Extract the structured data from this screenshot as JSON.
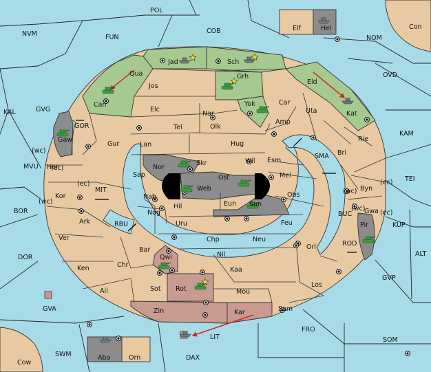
{
  "board": {
    "colors": {
      "sea": "#a8dbe8",
      "land": "#e8c9a1",
      "green_power": "#a6c990",
      "gray_power": "#8c8c8c",
      "red_power": "#c99a92",
      "black_power": "#000000",
      "arrow": "#d0281e",
      "unit": "#3d9a3d"
    },
    "regions": [
      {
        "id": "pol",
        "label": "POL"
      },
      {
        "id": "nvm",
        "label": "NVM"
      },
      {
        "id": "fun",
        "label": "FUN"
      },
      {
        "id": "cob",
        "label": "COB"
      },
      {
        "id": "nom",
        "label": "NOM"
      },
      {
        "id": "con",
        "label": "Con"
      },
      {
        "id": "elf",
        "label": "Elf"
      },
      {
        "id": "hel",
        "label": "Hel"
      },
      {
        "id": "ovd",
        "label": "OVD"
      },
      {
        "id": "kal",
        "label": "KAL"
      },
      {
        "id": "gvg",
        "label": "GVG"
      },
      {
        "id": "kam",
        "label": "KAM"
      },
      {
        "id": "tei",
        "label": "TEI"
      },
      {
        "id": "mvu",
        "label": "MVU"
      },
      {
        "id": "bor",
        "label": "BOR"
      },
      {
        "id": "kup",
        "label": "KUP"
      },
      {
        "id": "alt",
        "label": "ALT"
      },
      {
        "id": "dor",
        "label": "DOR"
      },
      {
        "id": "gvp",
        "label": "GVP"
      },
      {
        "id": "gva",
        "label": "GVA"
      },
      {
        "id": "fro",
        "label": "FRO"
      },
      {
        "id": "som",
        "label": "SOM"
      },
      {
        "id": "lit",
        "label": "LIT"
      },
      {
        "id": "swm",
        "label": "SWM"
      },
      {
        "id": "dax",
        "label": "DAX"
      },
      {
        "id": "cow",
        "label": "Cow"
      },
      {
        "id": "aba",
        "label": "Aba"
      },
      {
        "id": "orn",
        "label": "Orn"
      },
      {
        "id": "jad",
        "label": "Jad"
      },
      {
        "id": "sch",
        "label": "Sch"
      },
      {
        "id": "qua",
        "label": "Qua"
      },
      {
        "id": "can",
        "label": "Can"
      },
      {
        "id": "grh",
        "label": "Grh"
      },
      {
        "id": "eld",
        "label": "Eld"
      },
      {
        "id": "jos",
        "label": "Jos"
      },
      {
        "id": "kat",
        "label": "Kat"
      },
      {
        "id": "yok",
        "label": "Yok"
      },
      {
        "id": "car",
        "label": "Car"
      },
      {
        "id": "uta",
        "label": "Uta"
      },
      {
        "id": "elc",
        "label": "Elc"
      },
      {
        "id": "nar",
        "label": "Nar"
      },
      {
        "id": "amp",
        "label": "Amp"
      },
      {
        "id": "tel",
        "label": "Tel"
      },
      {
        "id": "olk",
        "label": "Olk"
      },
      {
        "id": "gor",
        "label": "GOR"
      },
      {
        "id": "gaw",
        "label": "Gaw"
      },
      {
        "id": "gur",
        "label": "Gur"
      },
      {
        "id": "lan",
        "label": "Lan"
      },
      {
        "id": "hug",
        "label": "Hug"
      },
      {
        "id": "rie",
        "label": "Rie"
      },
      {
        "id": "bri",
        "label": "Bri"
      },
      {
        "id": "sma",
        "label": "SMA"
      },
      {
        "id": "esm",
        "label": "Esm"
      },
      {
        "id": "wil",
        "label": "Wil"
      },
      {
        "id": "her",
        "label": "Her"
      },
      {
        "id": "nor",
        "label": "Nor"
      },
      {
        "id": "skr",
        "label": "Skr"
      },
      {
        "id": "sap",
        "label": "Sap"
      },
      {
        "id": "ost",
        "label": "Ost"
      },
      {
        "id": "mel",
        "label": "Mel"
      },
      {
        "id": "web",
        "label": "Web"
      },
      {
        "id": "byn",
        "label": "Byn"
      },
      {
        "id": "kor",
        "label": "Kor"
      },
      {
        "id": "mit",
        "label": "MIT"
      },
      {
        "id": "nab",
        "label": "Nab"
      },
      {
        "id": "obs",
        "label": "Obs"
      },
      {
        "id": "eun",
        "label": "Eun"
      },
      {
        "id": "sun",
        "label": "Sun"
      },
      {
        "id": "gwa",
        "label": "Gwa"
      },
      {
        "id": "hil",
        "label": "Hil"
      },
      {
        "id": "ark",
        "label": "Ark"
      },
      {
        "id": "nog",
        "label": "Nog"
      },
      {
        "id": "rbu",
        "label": "RBU"
      },
      {
        "id": "uru",
        "label": "Uru"
      },
      {
        "id": "feu",
        "label": "Feu"
      },
      {
        "id": "buc",
        "label": "BUC"
      },
      {
        "id": "pir",
        "label": "Pir"
      },
      {
        "id": "ver",
        "label": "Ver"
      },
      {
        "id": "chp",
        "label": "Chp"
      },
      {
        "id": "neu",
        "label": "Neu"
      },
      {
        "id": "orl",
        "label": "Orl"
      },
      {
        "id": "bar",
        "label": "Bar"
      },
      {
        "id": "nil",
        "label": "Nil"
      },
      {
        "id": "rod",
        "label": "ROD"
      },
      {
        "id": "qwi",
        "label": "Qwi"
      },
      {
        "id": "ken",
        "label": "Ken"
      },
      {
        "id": "chr",
        "label": "Chr"
      },
      {
        "id": "kaa",
        "label": "Kaa"
      },
      {
        "id": "ail",
        "label": "Ail"
      },
      {
        "id": "sot",
        "label": "Sot"
      },
      {
        "id": "rot",
        "label": "Rot"
      },
      {
        "id": "mou",
        "label": "Mou"
      },
      {
        "id": "los",
        "label": "Los"
      },
      {
        "id": "zin",
        "label": "Zin"
      },
      {
        "id": "sam",
        "label": "Sam"
      },
      {
        "id": "kar",
        "label": "Kar"
      }
    ],
    "coast_labels": [
      "(wc)",
      "(ec)",
      "(ec)",
      "(wc)",
      "(wc)",
      "(ec)",
      "(wc)",
      "(ec)"
    ],
    "supply_center_count": 41,
    "unit_icons": {
      "army": "tank-icon",
      "fleet": "ship-icon",
      "dislodged": "star-icon",
      "order": "red-arrow-icon",
      "convoy": "two-way-arrow-icon"
    }
  }
}
